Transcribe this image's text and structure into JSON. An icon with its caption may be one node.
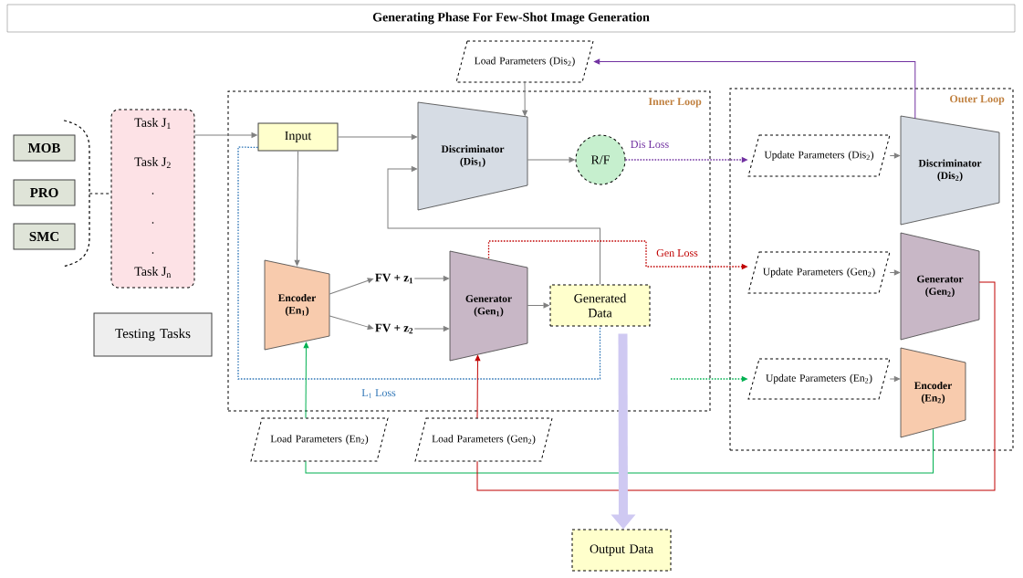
{
  "diagram": {
    "title": "Generating Phase For Few-Shot Image Generation",
    "nodes": [
      {
        "text": [
          "MOB"
        ]
      },
      {
        "text": [
          "PRO"
        ]
      },
      {
        "text": [
          "SMC"
        ]
      },
      {
        "text": [
          "Task J$_{1}$",
          "Task J$_{2}$",
          ".",
          ".",
          ".",
          "Task J$_{n}$"
        ]
      },
      {
        "text": [
          "Testing Tasks"
        ]
      },
      {
        "text": [
          "Inner Loop"
        ]
      },
      {
        "text": [
          "Input"
        ],
        "in": 5
      },
      {
        "text": [
          "Discriminator (Dis$_{1}$)"
        ],
        "in": 5
      },
      {
        "text": [
          "R/F"
        ],
        "in": 5
      },
      {
        "text": [
          "Encoder (En$_{1}$)"
        ],
        "in": 5
      },
      {
        "text": [
          "FV + z$_{1}$"
        ],
        "in": 5
      },
      {
        "text": [
          "FV + z$_{2}$"
        ],
        "in": 5
      },
      {
        "text": [
          "Generator (Gen$_{1}$)"
        ],
        "in": 5
      },
      {
        "text": [
          "Generated Data"
        ],
        "in": 5
      },
      {
        "text": [
          "Outer Loop"
        ]
      },
      {
        "text": [
          "Update Parameters (Dis$_{2}$)"
        ],
        "in": 14
      },
      {
        "text": [
          "Discriminator (Dis$_{2}$)"
        ],
        "in": 14
      },
      {
        "text": [
          "Update Parameters (Gen$_{2}$)"
        ],
        "in": 14
      },
      {
        "text": [
          "Generator (Gen$_{2}$)"
        ],
        "in": 14
      },
      {
        "text": [
          "Update Parameters (En$_{2}$)"
        ],
        "in": 14
      },
      {
        "text": [
          "Encoder (En$_{2}$)"
        ],
        "in": 14
      },
      {
        "text": [
          "Load Parameters (Dis$_{2}$)"
        ]
      },
      {
        "text": [
          "Load Parameters (En$_{2}$)"
        ]
      },
      {
        "text": [
          "Load Parameters (Gen$_{2}$)"
        ]
      },
      {
        "text": [
          "Output Data"
        ]
      },
      {
        "text": [],
        "shape": "bracket"
      }
    ],
    "edges": [
      {
        "from": 25,
        "to": 3,
        "arrow": "none",
        "style": "dashed",
        "color": "#000000"
      },
      {
        "from": 3,
        "to": 6,
        "arrow": "to"
      },
      {
        "from": 6,
        "to": 7,
        "arrow": "to"
      },
      {
        "from": 6,
        "to": 9,
        "arrow": "to"
      },
      {
        "from": 7,
        "to": 8,
        "arrow": "to"
      },
      {
        "from": 13,
        "to": 7,
        "arrow": "to"
      },
      {
        "from": 9,
        "to": 10,
        "arrow": "to"
      },
      {
        "from": 9,
        "to": 11,
        "arrow": "to"
      },
      {
        "from": 10,
        "to": 12,
        "arrow": "to"
      },
      {
        "from": 11,
        "to": 12,
        "arrow": "to"
      },
      {
        "from": 12,
        "to": 13,
        "arrow": "to"
      },
      {
        "from": 6,
        "to": 13,
        "arrow": "none",
        "style": "dashed",
        "color": "#2e75b6",
        "label": "L$_{1}$ Loss"
      },
      {
        "from": 8,
        "to": 15,
        "arrow": "to",
        "style": "dashed",
        "color": "#7030a0",
        "label": "Dis Loss"
      },
      {
        "from": 12,
        "to": 17,
        "arrow": "to",
        "style": "dashed",
        "color": "#c00000",
        "label": "Gen Loss"
      },
      {
        "from": null,
        "to": 19,
        "arrow": "to",
        "style": "dashed",
        "color": "#00b050"
      },
      {
        "from": 15,
        "to": 16,
        "arrow": "to"
      },
      {
        "from": 17,
        "to": 18,
        "arrow": "to"
      },
      {
        "from": 19,
        "to": 20,
        "arrow": "to"
      },
      {
        "from": 16,
        "to": 21,
        "arrow": "to",
        "color": "#7030a0"
      },
      {
        "from": 21,
        "to": 7,
        "arrow": "to"
      },
      {
        "from": 20,
        "to": 22,
        "arrow": "none",
        "color": "#00b050"
      },
      {
        "from": 22,
        "to": 9,
        "arrow": "to",
        "color": "#00b050"
      },
      {
        "from": 18,
        "to": 23,
        "arrow": "none",
        "color": "#c00000"
      },
      {
        "from": 23,
        "to": 12,
        "arrow": "to",
        "color": "#c00000"
      },
      {
        "from": 13,
        "to": 24,
        "arrow": "to",
        "style": "thick",
        "color": "#cfc9f2"
      }
    ]
  }
}
